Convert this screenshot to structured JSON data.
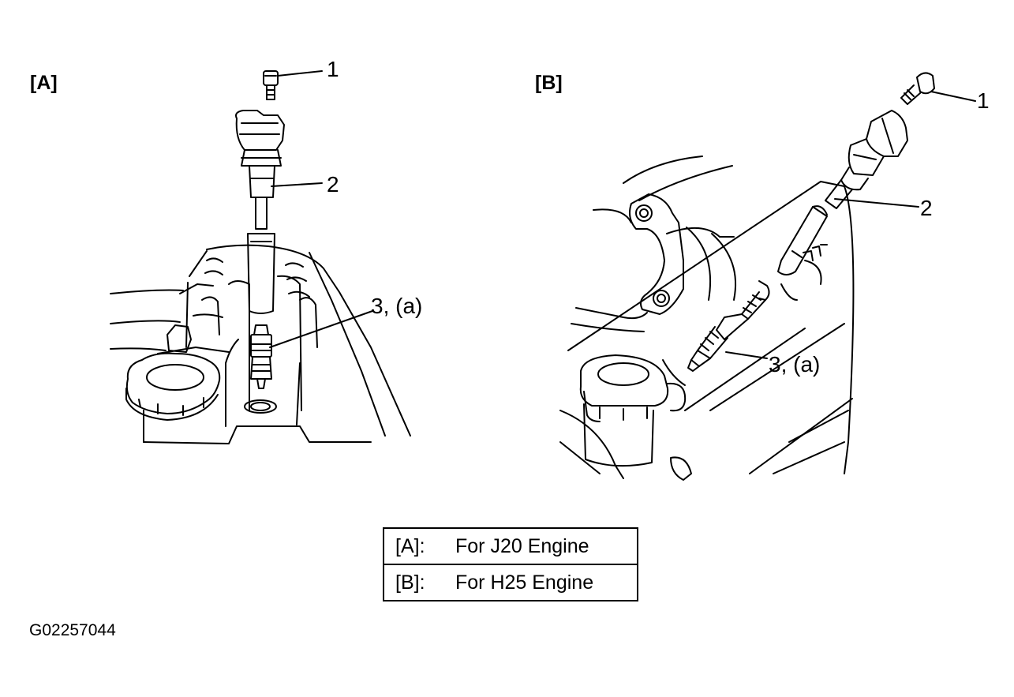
{
  "panels": {
    "a_label": "[A]",
    "b_label": "[B]"
  },
  "callouts": {
    "a": {
      "bolt": "1",
      "coil": "2",
      "plug": "3, (a)"
    },
    "b": {
      "bolt": "1",
      "coil": "2",
      "plug": "3, (a)"
    }
  },
  "legend": {
    "rows": [
      {
        "key": "[A]:",
        "value": "For J20 Engine"
      },
      {
        "key": "[B]:",
        "value": "For H25 Engine"
      }
    ]
  },
  "figure_id": "G02257044"
}
